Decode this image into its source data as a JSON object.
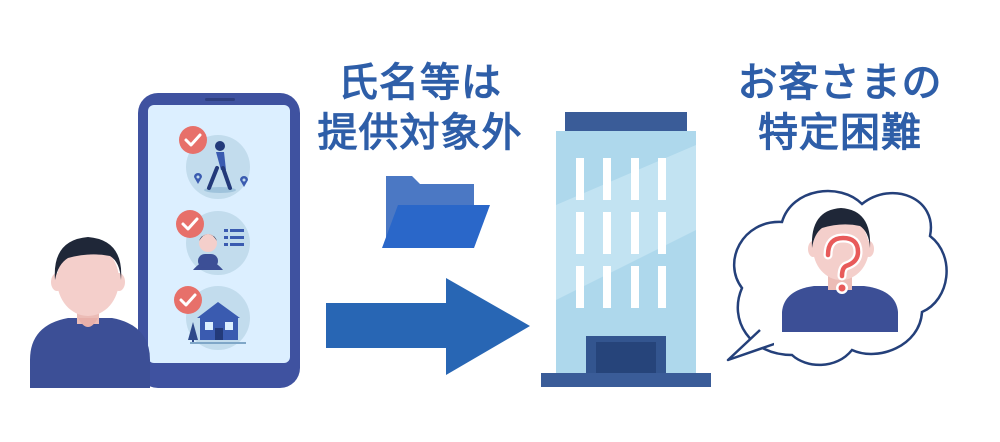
{
  "colors": {
    "accent": "#2e5ea8",
    "phone_body": "#3f52a0",
    "phone_screen": "#dcefff",
    "check": "#e7706a",
    "arrow": "#2866b4",
    "building": "#aed8ec",
    "building_dark": "#3a5c98",
    "person_shirt": "#3c4f96",
    "person_skin": "#f4cfcb",
    "question_mark": "#e85a5a"
  },
  "left_caption": {
    "line1": "氏名等は",
    "line2": "提供対象外"
  },
  "right_caption": {
    "line1": "お客さまの",
    "line2": "特定困難"
  },
  "icons": {
    "user": "person-icon",
    "phone": "smartphone-icon",
    "check": "check-icon",
    "walker": "walking-person-icon",
    "profile": "profile-card-icon",
    "house": "house-icon",
    "folder": "open-folder-icon",
    "arrow": "right-arrow-icon",
    "building": "office-building-icon",
    "bubble": "thought-bubble-icon",
    "unknown": "question-mark-icon"
  }
}
